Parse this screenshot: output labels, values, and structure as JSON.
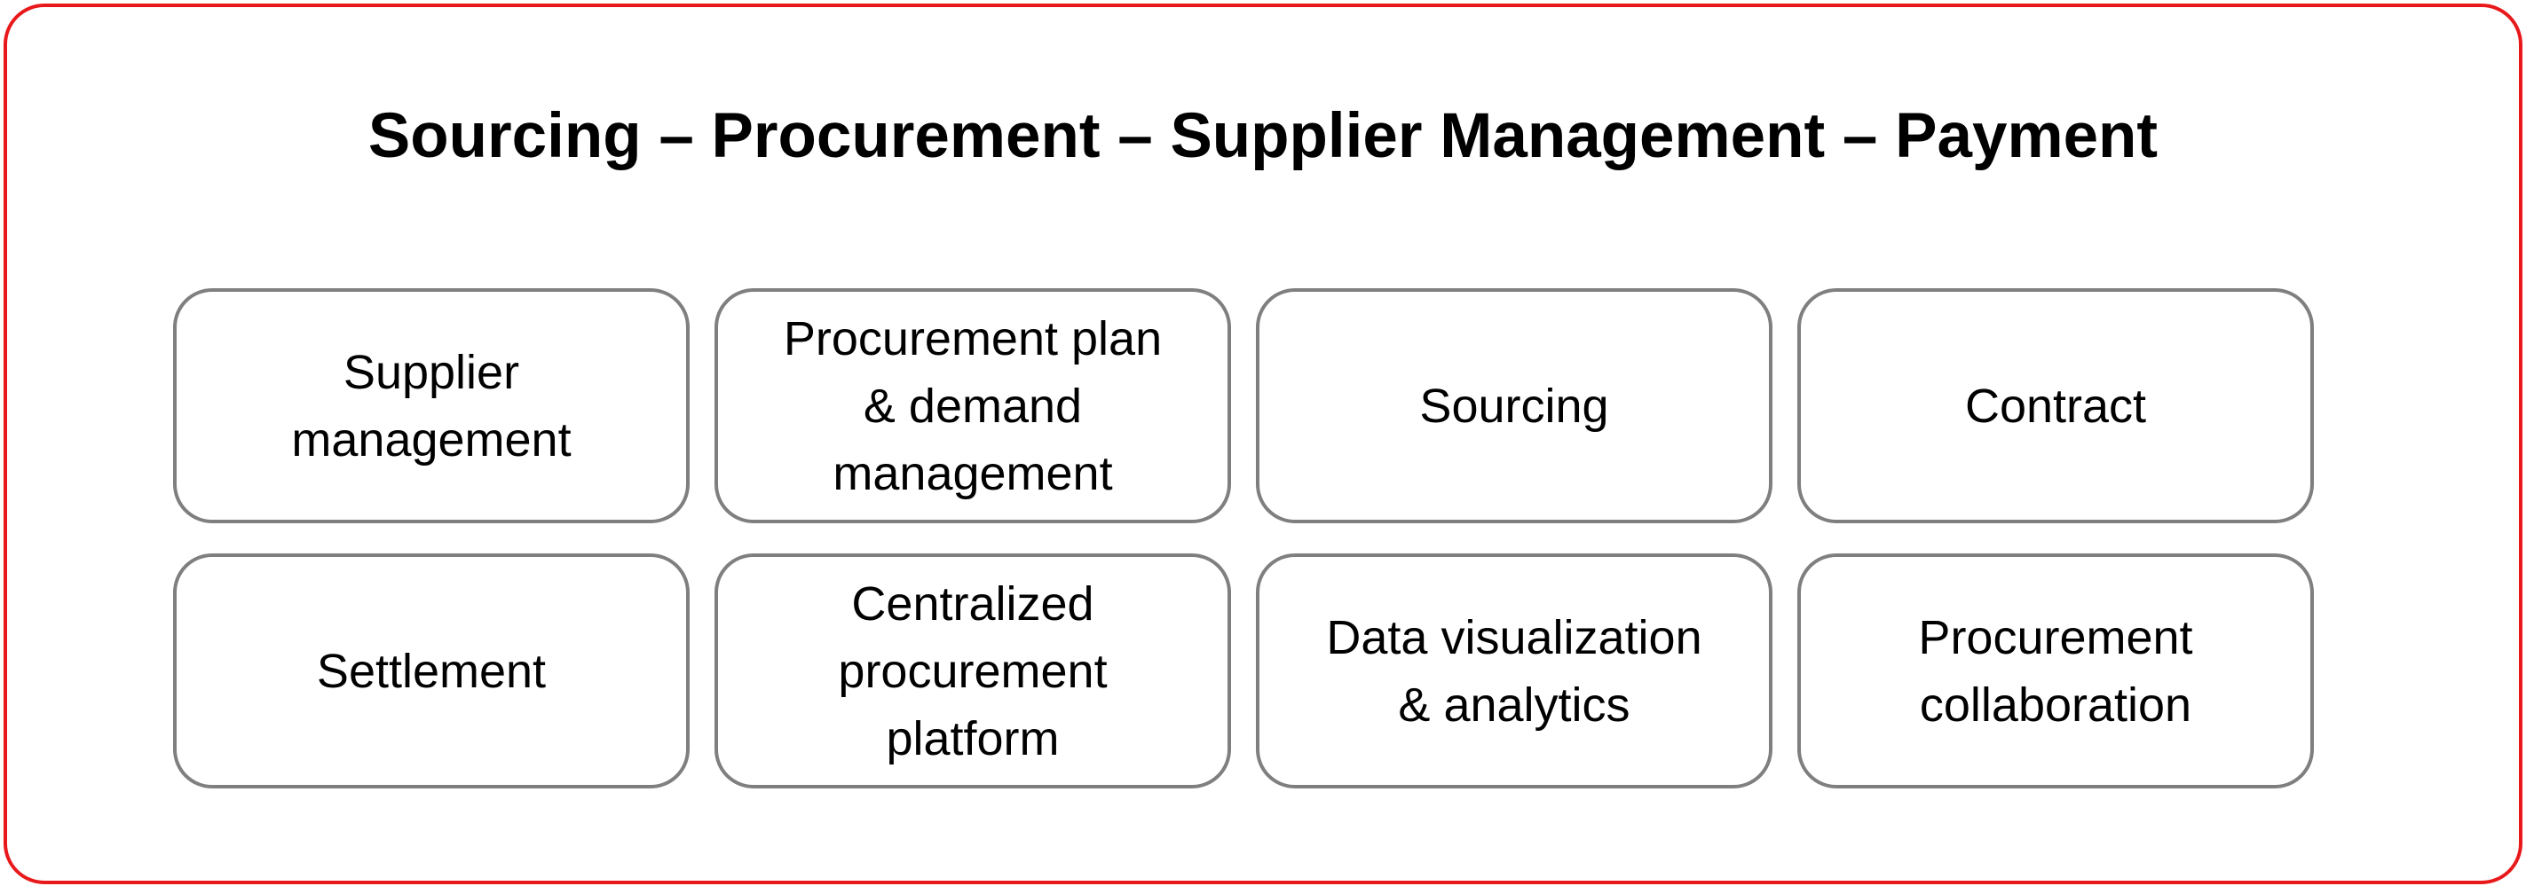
{
  "title": "Sourcing – Procurement – Supplier Management – Payment",
  "colors": {
    "frame_border": "#e8191b",
    "card_border": "#7f7f7f",
    "text": "#000000",
    "background": "#ffffff"
  },
  "cards": [
    {
      "label": "Supplier\nmanagement"
    },
    {
      "label": "Procurement plan\n& demand\nmanagement"
    },
    {
      "label": "Sourcing"
    },
    {
      "label": "Contract"
    },
    {
      "label": "Settlement"
    },
    {
      "label": "Centralized\nprocurement\nplatform"
    },
    {
      "label": "Data visualization\n& analytics"
    },
    {
      "label": "Procurement\ncollaboration"
    }
  ]
}
